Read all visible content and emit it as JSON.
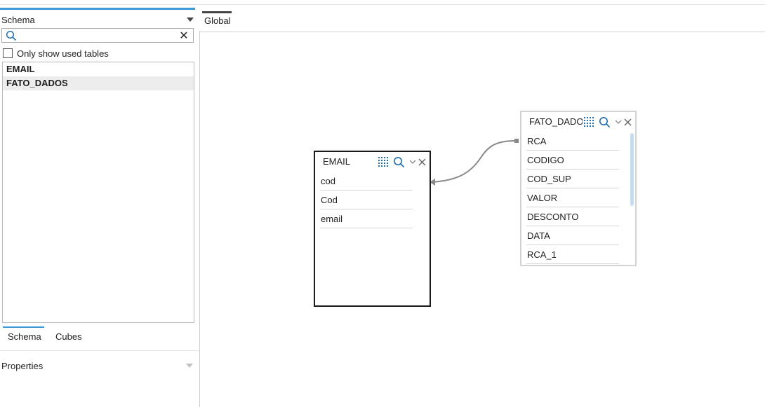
{
  "sidebar": {
    "schema_dropdown": "Schema",
    "search": {
      "value": "",
      "placeholder": ""
    },
    "only_used_label": "Only show used tables",
    "only_used_checked": false,
    "tables": [
      "EMAIL",
      "FATO_DADOS"
    ],
    "selected_table": "FATO_DADOS",
    "tabs": [
      "Schema",
      "Cubes"
    ],
    "active_tab": "Schema",
    "properties_label": "Properties"
  },
  "canvas": {
    "tab": "Global",
    "cards": {
      "email": {
        "title": "EMAIL",
        "fields": [
          "cod",
          "Cod",
          "email"
        ]
      },
      "fato": {
        "title": "FATO_DADOS",
        "fields": [
          "RCA",
          "CODIGO",
          "COD_SUP",
          "VALOR",
          "DESCONTO",
          "DATA",
          "RCA_1"
        ]
      }
    }
  },
  "icons": {
    "search": "search-icon",
    "clear": "close-icon",
    "grid": "grid-icon",
    "collapse": "chevron-down-icon",
    "close": "close-icon"
  },
  "colors": {
    "accent": "#3d9ad8",
    "icon_blue": "#1f6fb2",
    "selected_card_border": "#1a1a1a"
  }
}
